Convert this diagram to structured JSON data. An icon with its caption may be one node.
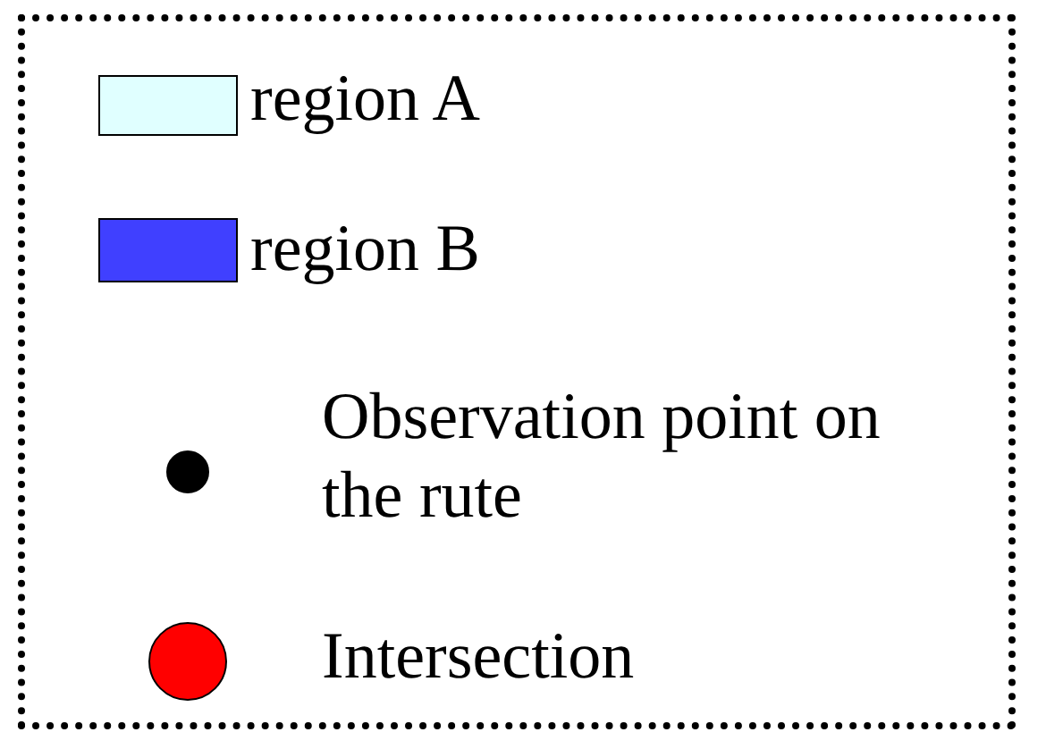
{
  "diagram": {
    "legend": [
      {
        "text": "region A",
        "color": "#e0ffff"
      },
      {
        "text": "region B",
        "color": "#4040ff"
      },
      {
        "text": "Observation point on the rute",
        "color": "#000000"
      },
      {
        "text": "Intersection",
        "color": "#ff0000"
      }
    ]
  }
}
